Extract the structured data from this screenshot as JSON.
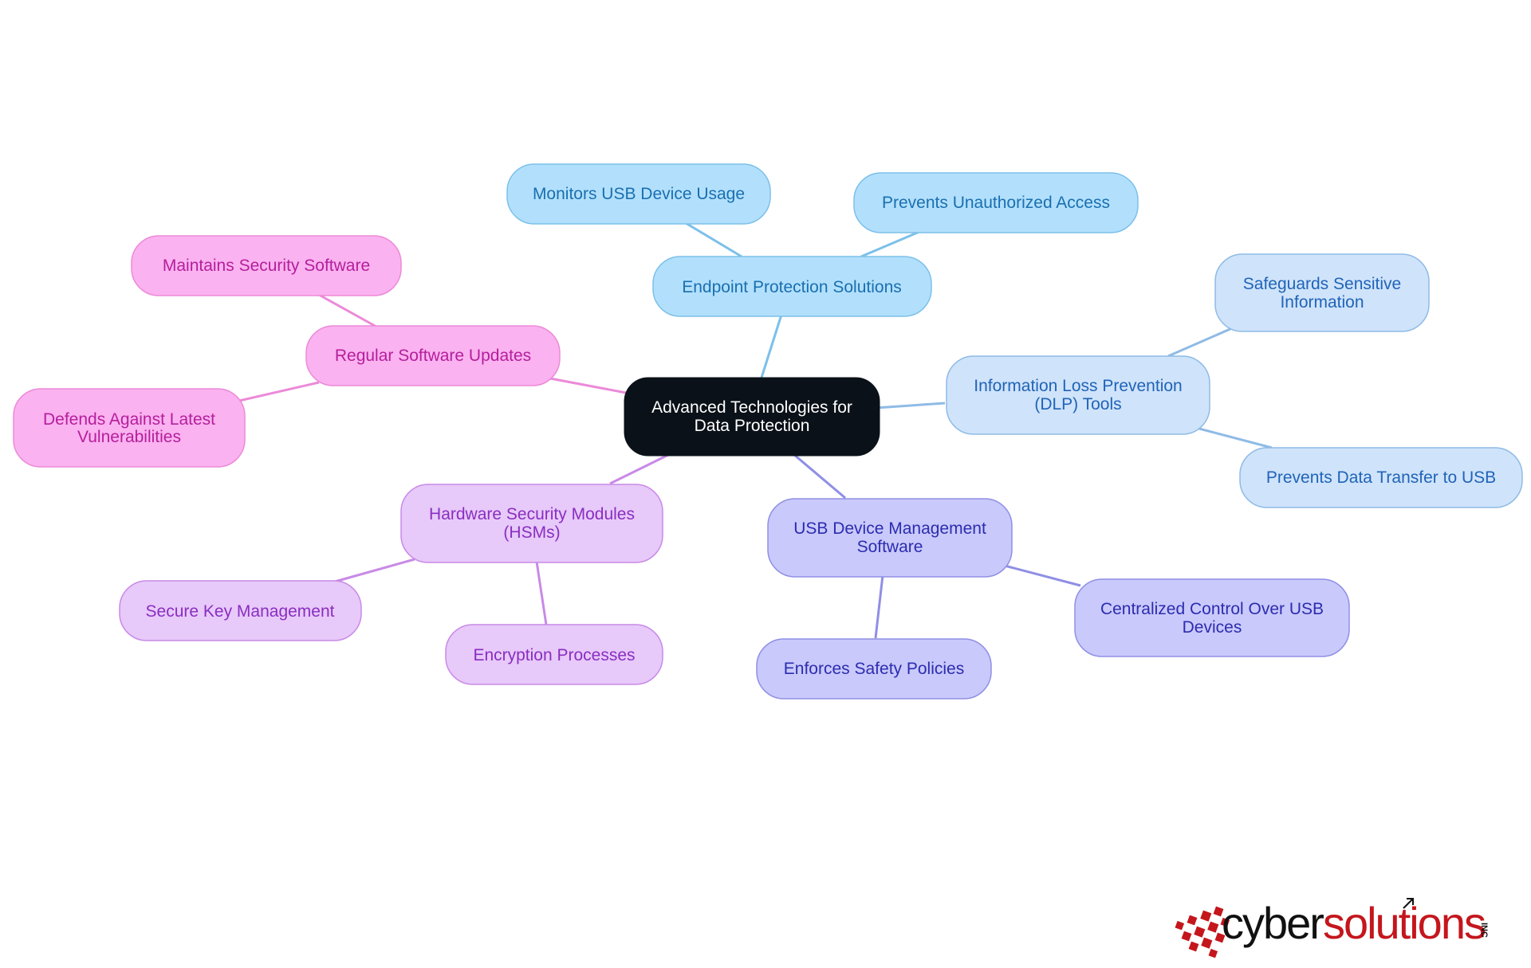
{
  "mindmap": {
    "root": {
      "lines": [
        "Advanced Technologies for",
        "Data Protection"
      ]
    },
    "branches": {
      "endpoint": {
        "label": [
          "Endpoint Protection Solutions"
        ],
        "color": "#3b9fd8",
        "children": [
          [
            "Monitors USB Device Usage"
          ],
          [
            "Prevents Unauthorized Access"
          ]
        ]
      },
      "dlp": {
        "label": [
          "Information Loss Prevention",
          "(DLP) Tools"
        ],
        "color": "#2f72c4",
        "children": [
          [
            "Safeguards Sensitive",
            "Information"
          ],
          [
            "Prevents Data Transfer to USB"
          ]
        ]
      },
      "usb": {
        "label": [
          "USB Device Management",
          "Software"
        ],
        "color": "#3b3bc4",
        "children": [
          [
            "Enforces Safety Policies"
          ],
          [
            "Centralized Control Over USB",
            "Devices"
          ]
        ]
      },
      "hsm": {
        "label": [
          "Hardware Security Modules",
          "(HSMs)"
        ],
        "color": "#9a36c9",
        "children": [
          [
            "Secure Key Management"
          ],
          [
            "Encryption Processes"
          ]
        ]
      },
      "updates": {
        "label": [
          "Regular Software Updates"
        ],
        "color": "#c42ab0",
        "children": [
          [
            "Maintains Security Software"
          ],
          [
            "Defends Against Latest",
            "Vulnerabilities"
          ]
        ]
      }
    }
  },
  "logo": {
    "part1": "cyber",
    "part2": "solutions",
    "suffix": "INC"
  }
}
